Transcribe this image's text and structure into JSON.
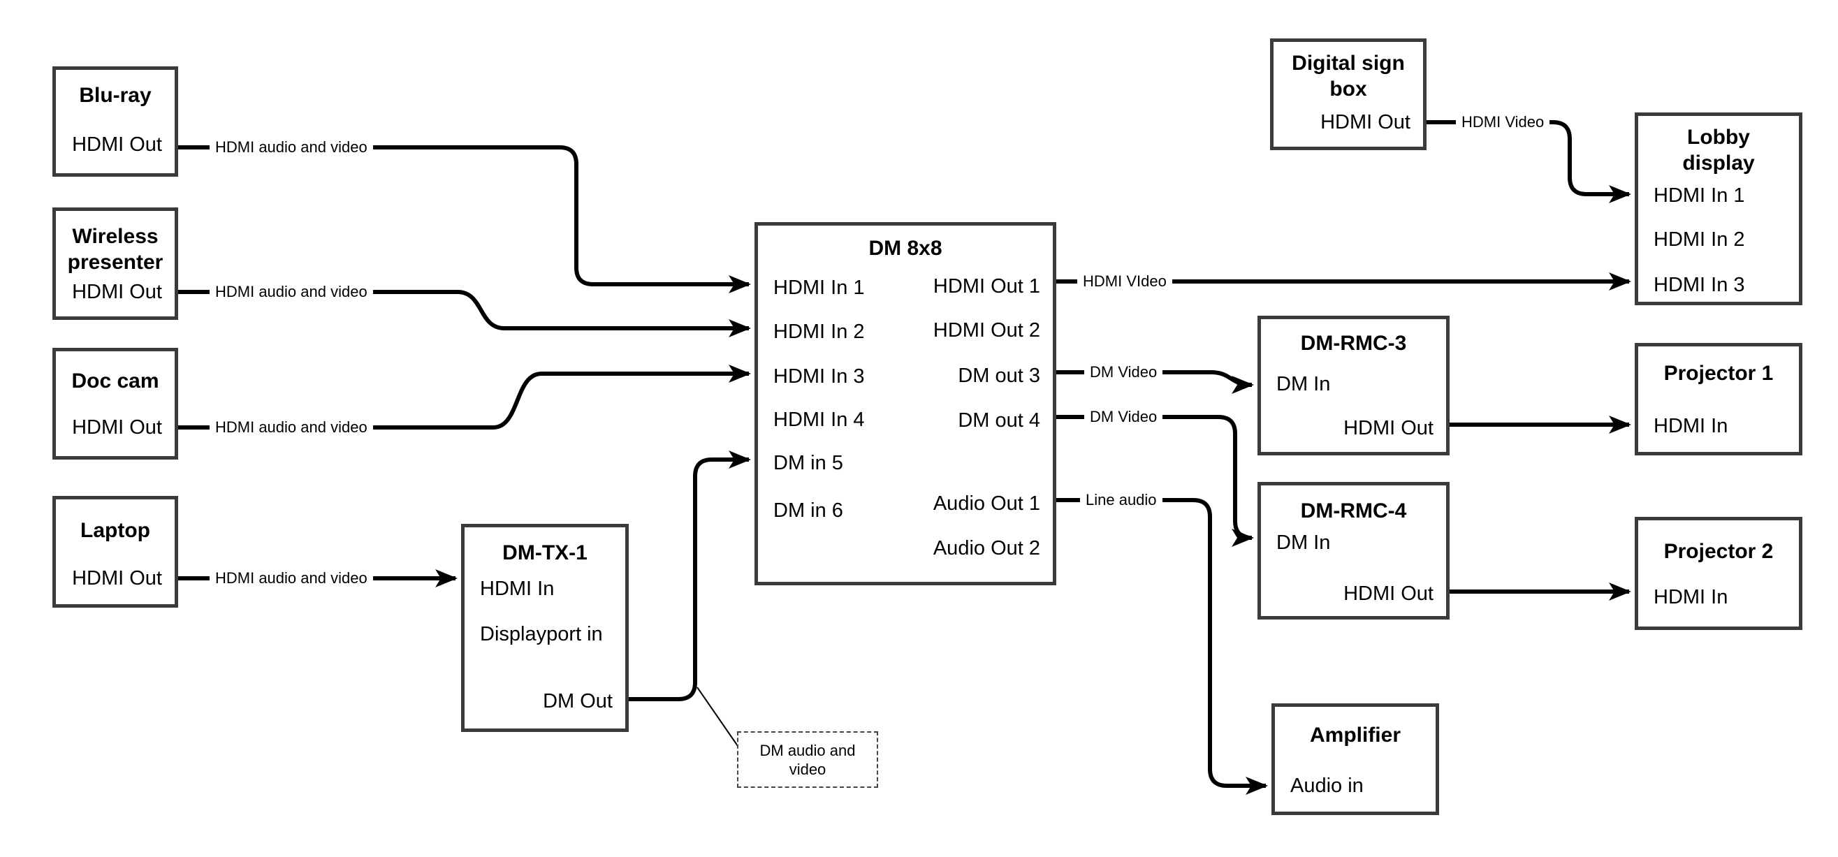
{
  "canvas": {
    "background": "#ffffff",
    "wire_color": "#000000",
    "box_border_color": "#3b3b3b",
    "text_color": "#000000"
  },
  "nodes": {
    "bluray": {
      "title": "Blu-ray",
      "ports": {
        "hdmi_out": "HDMI Out"
      }
    },
    "wireless": {
      "title": "Wireless presenter",
      "ports": {
        "hdmi_out": "HDMI Out"
      }
    },
    "doccam": {
      "title": "Doc cam",
      "ports": {
        "hdmi_out": "HDMI Out"
      }
    },
    "laptop": {
      "title": "Laptop",
      "ports": {
        "hdmi_out": "HDMI Out"
      }
    },
    "dmtx1": {
      "title": "DM-TX-1",
      "ports": {
        "hdmi_in": "HDMI In",
        "dp_in": "Displayport in",
        "dm_out": "DM Out"
      }
    },
    "dm8x8": {
      "title": "DM 8x8",
      "ports": {
        "in1": "HDMI In 1",
        "in2": "HDMI In 2",
        "in3": "HDMI In 3",
        "in4": "HDMI In 4",
        "in5": "DM in 5",
        "in6": "DM in 6",
        "out1": "HDMI Out 1",
        "out2": "HDMI Out 2",
        "out3": "DM out 3",
        "out4": "DM out 4",
        "aout1": "Audio Out 1",
        "aout2": "Audio Out 2"
      }
    },
    "signbox": {
      "title": "Digital sign box",
      "ports": {
        "hdmi_out": "HDMI Out"
      }
    },
    "lobby": {
      "title": "Lobby display",
      "ports": {
        "in1": "HDMI In 1",
        "in2": "HDMI In 2",
        "in3": "HDMI In 3"
      }
    },
    "rmc3": {
      "title": "DM-RMC-3",
      "ports": {
        "dm_in": "DM In",
        "hdmi_out": "HDMI Out"
      }
    },
    "proj1": {
      "title": "Projector 1",
      "ports": {
        "hdmi_in": "HDMI In"
      }
    },
    "rmc4": {
      "title": "DM-RMC-4",
      "ports": {
        "dm_in": "DM In",
        "hdmi_out": "HDMI Out"
      }
    },
    "proj2": {
      "title": "Projector 2",
      "ports": {
        "hdmi_in": "HDMI In"
      }
    },
    "amplifier": {
      "title": "Amplifier",
      "ports": {
        "audio_in": "Audio in"
      }
    }
  },
  "edge_labels": {
    "bluray_to_in1": "HDMI audio and video",
    "wireless_to_in2": "HDMI audio and video",
    "doccam_to_in3": "HDMI audio and video",
    "laptop_to_tx": "HDMI audio and video",
    "out1_to_lobby": "HDMI VIdeo",
    "out3_to_rmc3": "DM Video",
    "out4_to_rmc4": "DM Video",
    "aout1_to_amp": "Line audio",
    "sign_to_lobby": "HDMI Video"
  },
  "annotation": {
    "text": "DM audio and video"
  }
}
